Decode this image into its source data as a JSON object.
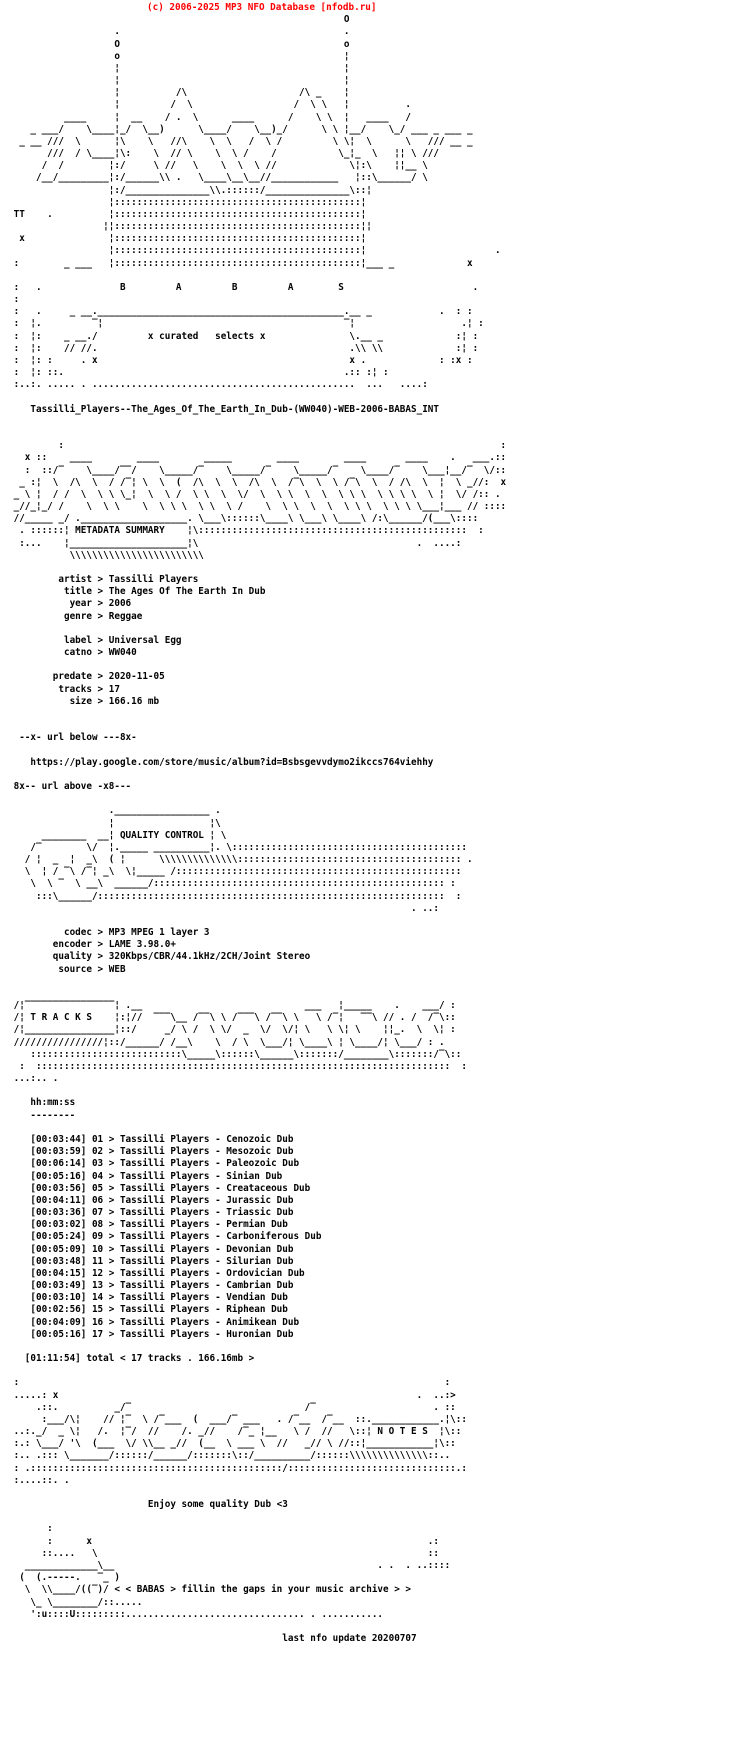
{
  "site_header": {
    "text": "(c) 2006-2025 MP3 NFO Database [nfodb.ru]"
  },
  "colors": {
    "copyright_red": "#ff0000",
    "body_text": "#000000",
    "background": "#ffffff"
  },
  "release": {
    "name": "Tassilli_Players--The_Ages_Of_The_Earth_In_Dub-(WW040)-WEB-2006-BABAS_INT"
  },
  "group": {
    "letters": "B A B A S",
    "tagline": "x curated   selects x"
  },
  "metadata": {
    "title": "METADATA SUMMARY",
    "groups": [
      [
        [
          "artist",
          "Tassilli Players"
        ],
        [
          "title",
          "The Ages Of The Earth In Dub"
        ],
        [
          "year",
          "2006"
        ],
        [
          "genre",
          "Reggae"
        ]
      ],
      [
        [
          "label",
          "Universal Egg"
        ],
        [
          "catno",
          "WW040"
        ]
      ],
      [
        [
          "predate",
          "2020-11-05"
        ],
        [
          "tracks",
          "17"
        ],
        [
          "size",
          "166.16 mb"
        ]
      ]
    ]
  },
  "url_section": {
    "top_label": "--x- url below ---8x-",
    "url": "https://play.google.com/store/music/album?id=Bsbsgevvdymo2ikccs764viehhy",
    "bottom_label": "8x-- url above -x8---"
  },
  "quality": {
    "title": "QUALITY CONTROL",
    "rows": [
      [
        "codec",
        "MP3 MPEG 1 layer 3"
      ],
      [
        "encoder",
        "LAME 3.98.0+"
      ],
      [
        "quality",
        "320Kbps/CBR/44.1kHz/2CH/Joint Stereo"
      ],
      [
        "source",
        "WEB"
      ]
    ]
  },
  "tracks": {
    "box_label": "T R A C K S",
    "time_header": "hh:mm:ss",
    "time_underline": "--------",
    "items": [
      {
        "len": "00:03:44",
        "num": "01",
        "artist": "Tassilli Players",
        "title": "Cenozoic Dub"
      },
      {
        "len": "00:03:59",
        "num": "02",
        "artist": "Tassilli Players",
        "title": "Mesozoic Dub"
      },
      {
        "len": "00:06:14",
        "num": "03",
        "artist": "Tassilli Players",
        "title": "Paleozoic Dub"
      },
      {
        "len": "00:05:16",
        "num": "04",
        "artist": "Tassilli Players",
        "title": "Sinian Dub"
      },
      {
        "len": "00:03:56",
        "num": "05",
        "artist": "Tassilli Players",
        "title": "Creataceous Dub"
      },
      {
        "len": "00:04:11",
        "num": "06",
        "artist": "Tassilli Players",
        "title": "Jurassic Dub"
      },
      {
        "len": "00:03:36",
        "num": "07",
        "artist": "Tassilli Players",
        "title": "Triassic Dub"
      },
      {
        "len": "00:03:02",
        "num": "08",
        "artist": "Tassilli Players",
        "title": "Permian Dub"
      },
      {
        "len": "00:05:24",
        "num": "09",
        "artist": "Tassilli Players",
        "title": "Carboniferous Dub"
      },
      {
        "len": "00:05:09",
        "num": "10",
        "artist": "Tassilli Players",
        "title": "Devonian Dub"
      },
      {
        "len": "00:03:48",
        "num": "11",
        "artist": "Tassilli Players",
        "title": "Silurian Dub"
      },
      {
        "len": "00:04:15",
        "num": "12",
        "artist": "Tassilli Players",
        "title": "Ordovician Dub"
      },
      {
        "len": "00:03:49",
        "num": "13",
        "artist": "Tassilli Players",
        "title": "Cambrian Dub"
      },
      {
        "len": "00:03:10",
        "num": "14",
        "artist": "Tassilli Players",
        "title": "Vendian Dub"
      },
      {
        "len": "00:02:56",
        "num": "15",
        "artist": "Tassilli Players",
        "title": "Riphean Dub"
      },
      {
        "len": "00:04:09",
        "num": "16",
        "artist": "Tassilli Players",
        "title": "Animikean Dub"
      },
      {
        "len": "00:05:16",
        "num": "17",
        "artist": "Tassilli Players",
        "title": "Huronian Dub"
      }
    ],
    "total_len": "01:11:54",
    "total_text": "total < 17 tracks . 166.16mb >"
  },
  "notes": {
    "box_label": "N O T E S",
    "message": "Enjoy some quality Dub <3"
  },
  "footer": {
    "slogan": "< < BABAS > fillin the gaps in your music archive > >",
    "last_update": "last nfo update 20200707"
  },
  "art": {
    "top": [
      "                                                            O",
      "                   .                                        .",
      "                   O                                        o",
      "                   o                                        ¦",
      "                   ¦                                        ¦",
      "                   ¦                                        ¦",
      "                   ¦          /\\                    /\\ _    ¦",
      "                   ¦         /  \\                  /  \\ \\   ¦          .",
      "          ____     ¦  __    / .  \\      ____      /    \\ \\  ¦   ____   /",
      "    _ ___/    \\____¦_/  \\__)      \\____/    \\__)_/      \\ \\ ¦__/    \\_/ ___ _ ___ _",
      "  _ __ ///  \\      ¦\\    \\   //\\    \\  \\   /  \\ /         \\ \\¦  \\      \\   /// __ _",
      "       ///  / \\____¦\\:    \\  // \\    \\  \\ /    /           \\_¦_  \\   ¦¦ \\ ///",
      "      /  /        ¦:/     \\ //   \\    \\  \\  \\ //             \\¦:\\    ¦¦__ \\",
      "     /__/_________¦:/______\\\\ .   \\____\\__\\__//____________   ¦::\\______/ \\",
      "                  ¦:/_______________\\\\.::::::/_______________\\::¦",
      "                  ¦::::::::::::::::::::::::::::::::::::::::::::¦",
      " TT    .          ¦::::::::::::::::::::::::::::::::::::::::::::¦",
      "                 ¦¦::::::::::::::::::::::::::::::::::::::::::::¦¦",
      "  x               ¦::::::::::::::::::::::::::::::::::::::::::::¦",
      "                  ¦::::::::::::::::::::::::::::::::::::::::::::¦                       .",
      " :        _ ___   ¦::::::::::::::::::::::::::::::::::::::::::::¦___ _             x",
      "",
      " :   .              B         A         B         A        S                       .",
      " :",
      " :   .     _ __.____________________________________________.__ _            .  : :",
      " :  ¦.         ‾¦                                           ‾¦                   .¦ :",
      " :  ¦:    _ __./         x curated   selects x               \\.__ _             :¦ :",
      " :  ¦:    // //.                                             .\\\\ \\\\             :¦ :",
      " :  ¦: :     . x                                             x .             : :x :",
      " :  ¦: ::.                                                  .:: :¦ :",
      " :..:. ..... . ...............................................  ...   ....:",
      "",
      ""
    ],
    "metadata_banner": [
      "",
      "",
      "         :                                                                              :",
      "   x ::    ____        ____        _____        ____        ____       ____    .   ___.::",
      "   :  ::/‾    \\____/‾‾/    \\_____/‾    \\_____/‾    \\_____/‾    \\____/‾    \\___¦__/‾  \\/::",
      "  _ :¦  \\  /\\  \\  / /‾¦ \\  \\  (  /\\  \\  \\  /\\  \\  /‾\\  \\  \\ /‾\\  \\  / /\\  \\  ¦  \\ _//:  x",
      " _ \\ ¦  / /  \\  \\ \\ \\_¦  \\  \\ /  \\ \\  \\  \\/  \\  \\ \\  \\  \\  \\ \\ \\  \\ \\ \\ \\  \\ ¦  \\/ /:: .",
      " _//_¦_/ /    \\  \\ \\    \\  \\ \\ \\  \\ \\  \\ /    \\  \\ \\  \\  \\  \\ \\ \\  \\ \\ \\ \\___¦___ // ::::",
      " //_____ _/ .___________________. \\___\\::::::\\____\\ \\___\\ \\____\\ /:\\______/(___\\::::",
      "  . ::::::¦ METADATA SUMMARY    ¦\\::::::::::::::::::::::::::::::::::::::::::::::::  :",
      "  :...    ¦_____________________¦\\                                       .  ....:",
      "           \\\\\\\\\\\\\\\\\\\\\\\\\\\\\\\\\\\\\\\\\\\\\\\\"
    ],
    "quality_banner": [
      "",
      "                  ._________________ .",
      "                  ¦                 ¦\\",
      "      ________  __¦ QUALITY CONTROL ¦ \\",
      "    /‾        \\/  ¦._____ __________¦. \\::::::::::::::::::::::::::::::::::::::::::",
      "   / ¦  _  ¦  _\\  ( ¦      \\\\\\\\\\\\\\\\\\\\\\\\\\\\:::::::::::::::::::::::::::::::::::::::: .",
      "   \\  ¦ / ‾\\ /‾¦ _\\  \\¦_____ /:::::::::::::::::::::::::::::::::::::::::::::::::::",
      "    \\  \\ ‾  \\ __\\  ______/:::::::::::::::::::::::::::::::::::::::::::::::::::: :",
      "     :::\\______/::::::::::::::::::::::::::::::::::::::::::::::::::::::::::::::  :",
      "                                                                        . ..:"
    ],
    "tracks_banner": [
      "",
      "",
      " /¦‾‾‾‾‾‾‾‾‾‾‾‾‾‾‾‾¦ .__                             ___   ¦_____    .    ___/ :",
      " /¦ T R A C K S    ¦:¦//  ‾‾‾\\__ /‾‾\\ \\ /‾‾‾\\ /‾‾\\ \\   \\ /‾¦   ‾‾\\ // . /  /‾\\::",
      " /¦________________¦::/     _/ \\ /  \\ \\/  _  \\/  \\/¦ \\   \\ \\¦ \\    ¦¦_.  \\  \\¦ :",
      " ////////////////¦::/______/ /__\\    \\  / \\  \\___/¦ \\____\\ ¦ \\____/¦ \\___/ : .",
      "    :::::::::::::::::::::::::::\\_____\\::::::\\______\\:::::::/________\\:::::::/‾\\::",
      "  :  ::::::::::::::::::::::::::::::::::::::::::::::::::::::::::::::::::::::::::  :",
      " ...:.. ."
    ],
    "notes_banner": [
      "",
      " :                                                                            :",
      " .....: x                                                                .  ..:>",
      "     .::.          _/‾                               /‾                     . ::",
      "      :___/\\¦    // ¦‾  \\ /‾___  (  ___/‾ ___   . /‾__  /‾__  ::.____________.¦\\::",
      " ..:._/  _ \\¦   /.  ¦‾/  //    /. _//    /‾_ ¦__   \\ /  //   \\::¦ N O T E S  ¦\\::",
      " :.: \\___/ '\\  (___  \\/ \\\\__ _//  (__  \\ ___ \\  //   _// \\ //::¦____________¦\\::",
      " :.. .::: \\_______/::::::/______/:::::::\\::/__________/::::::\\\\\\\\\\\\\\\\\\\\\\\\\\\\::..",
      " : .:::::::::::::::::::::::::::::::::::::::::::::/::::::::::::::::::::::::::::::.:",
      " :....::. ."
    ],
    "bottom": [
      "",
      "       :",
      "       :      x                                                            .:",
      "      ::....   \\                                                           ::",
      "   _____________\\__                                               . .  . ..::::",
      "  (  (.-----.   ‾_ )",
      "   \\  \\\\____/((‾)/ ",
      "    \\_ \\________/::.....",
      "    ':u::::U:::::::::................................ . ..........."
    ]
  }
}
